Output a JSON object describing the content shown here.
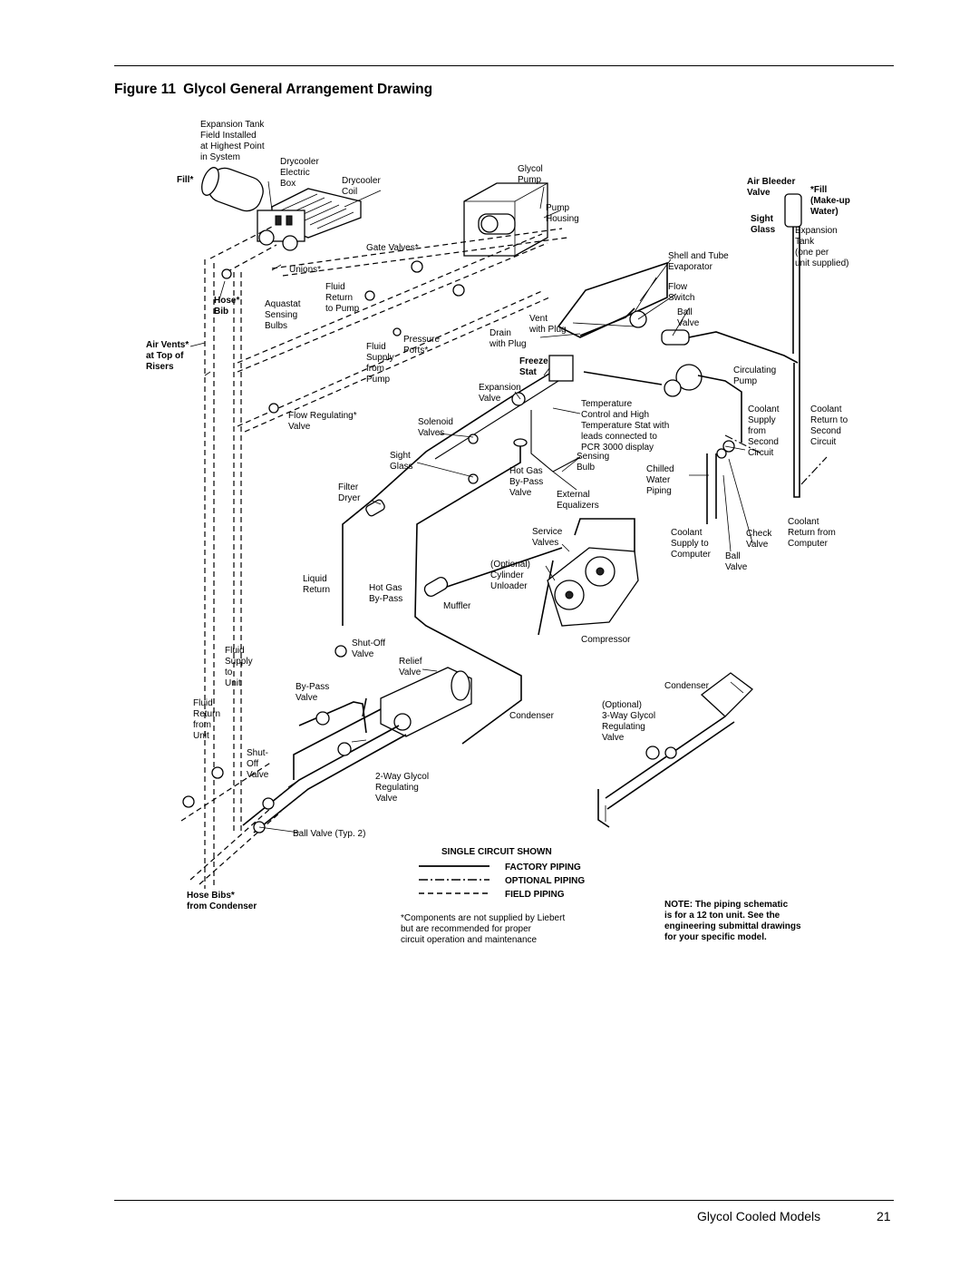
{
  "figure": {
    "number": "Figure 11",
    "title": "Glycol General Arrangement Drawing"
  },
  "labels": {
    "expansion_tank_field": [
      "Expansion Tank",
      "Field Installed",
      "at Highest Point",
      "in System"
    ],
    "fill_left": "Fill*",
    "drycooler_electric_box": [
      "Drycooler",
      "Electric",
      "Box"
    ],
    "drycooler_coil": [
      "Drycooler",
      "Coil"
    ],
    "glycol_pump": [
      "Glycol",
      "Pump"
    ],
    "pump_housing": [
      "Pump",
      "Housing"
    ],
    "air_bleeder_valve": [
      "Air Bleeder",
      "Valve"
    ],
    "fill_makeup": [
      "*Fill",
      "(Make-up",
      "Water)"
    ],
    "sight_glass_right": [
      "Sight",
      "Glass"
    ],
    "expansion_tank_right": [
      "Expansion",
      "Tank",
      "(one per",
      "unit supplied)"
    ],
    "gate_valves": "Gate Valves*",
    "unions": "Unions*",
    "shell_tube_evaporator": [
      "Shell and Tube",
      "Evaporator"
    ],
    "hose_bib": [
      "Hose*",
      "Bib"
    ],
    "aquastat": [
      "Aquastat",
      "Sensing",
      "Bulbs"
    ],
    "fluid_return_to_pump": [
      "Fluid",
      "Return",
      "to Pump"
    ],
    "flow_switch": [
      "Flow",
      "Switch"
    ],
    "ball_valve": [
      "Ball",
      "Valve"
    ],
    "vent_with_plug": [
      "Vent",
      "with Plug"
    ],
    "drain_with_plug": [
      "Drain",
      "with Plug"
    ],
    "pressure_ports": [
      "Pressure",
      "Ports*"
    ],
    "fluid_supply_from_pump": [
      "Fluid",
      "Supply",
      "from",
      "Pump"
    ],
    "air_vents": [
      "Air Vents*",
      "at Top of",
      "Risers"
    ],
    "freeze_stat": [
      "Freeze",
      "Stat"
    ],
    "circulating_pump": [
      "Circulating",
      "Pump"
    ],
    "expansion_valve": [
      "Expansion",
      "Valve"
    ],
    "temperature_control": [
      "Temperature",
      "Control and High",
      "Temperature Stat with",
      "leads connected to",
      "PCR 3000 display"
    ],
    "coolant_supply_from_second": [
      "Coolant",
      "Supply",
      "from",
      "Second",
      "Circuit"
    ],
    "coolant_return_to_second": [
      "Coolant",
      "Return to",
      "Second",
      "Circuit"
    ],
    "flow_regulating_valve": [
      "Flow Regulating*",
      "Valve"
    ],
    "solenoid_valves": [
      "Solenoid",
      "Valves"
    ],
    "sight_glass_mid": [
      "Sight",
      "Glass"
    ],
    "sensing_bulb": [
      "Sensing",
      "Bulb"
    ],
    "hot_gas_bypass_valve": [
      "Hot Gas",
      "By-Pass",
      "Valve"
    ],
    "external_equalizers": [
      "External",
      "Equalizers"
    ],
    "chilled_water_piping": [
      "Chilled",
      "Water",
      "Piping"
    ],
    "filter_dryer": [
      "Filter",
      "Dryer"
    ],
    "coolant_return_from_computer": [
      "Coolant",
      "Return from",
      "Computer"
    ],
    "coolant_supply_to_computer": [
      "Coolant",
      "Supply to",
      "Computer"
    ],
    "check_valve": [
      "Check",
      "Valve"
    ],
    "ball_valve_lower": [
      "Ball",
      "Valve"
    ],
    "service_valves": [
      "Service",
      "Valves"
    ],
    "cylinder_unloader": [
      "(Optional)",
      "Cylinder",
      "Unloader"
    ],
    "liquid_return": [
      "Liquid",
      "Return"
    ],
    "hot_gas_bypass": [
      "Hot Gas",
      "By-Pass"
    ],
    "muffler": "Muffler",
    "compressor": "Compressor",
    "fluid_supply_to_unit": [
      "Fluid",
      "Supply",
      "to",
      "Unit"
    ],
    "shutoff_valve": [
      "Shut-Off",
      "Valve"
    ],
    "relief_valve": [
      "Relief",
      "Valve"
    ],
    "bypass_valve": [
      "By-Pass",
      "Valve"
    ],
    "fluid_return_from_unit": [
      "Fluid",
      "Return",
      "from",
      "Unit"
    ],
    "condenser_mid": "Condenser",
    "condenser_right": "Condenser",
    "three_way_valve": [
      "(Optional)",
      "3-Way Glycol",
      "Regulating",
      "Valve"
    ],
    "shutoff_valve_left": [
      "Shut-",
      "Off",
      "Valve"
    ],
    "two_way_valve": [
      "2-Way Glycol",
      "Regulating",
      "Valve"
    ],
    "ball_valve_typ": "Ball Valve (Typ. 2)",
    "hose_bibs": [
      "Hose Bibs*",
      "from Condenser"
    ]
  },
  "legend": {
    "title": "SINGLE CIRCUIT SHOWN",
    "items": [
      "FACTORY PIPING",
      "OPTIONAL PIPING",
      "FIELD PIPING"
    ]
  },
  "footnote": [
    "*Components are not supplied by Liebert",
    "but are recommended for proper",
    "circuit operation and maintenance"
  ],
  "note": [
    "NOTE:  The piping schematic",
    "is for a 12 ton unit.  See the",
    "engineering submittal drawings",
    "for your specific model."
  ],
  "footer": {
    "section": "Glycol Cooled Models",
    "page": "21"
  }
}
